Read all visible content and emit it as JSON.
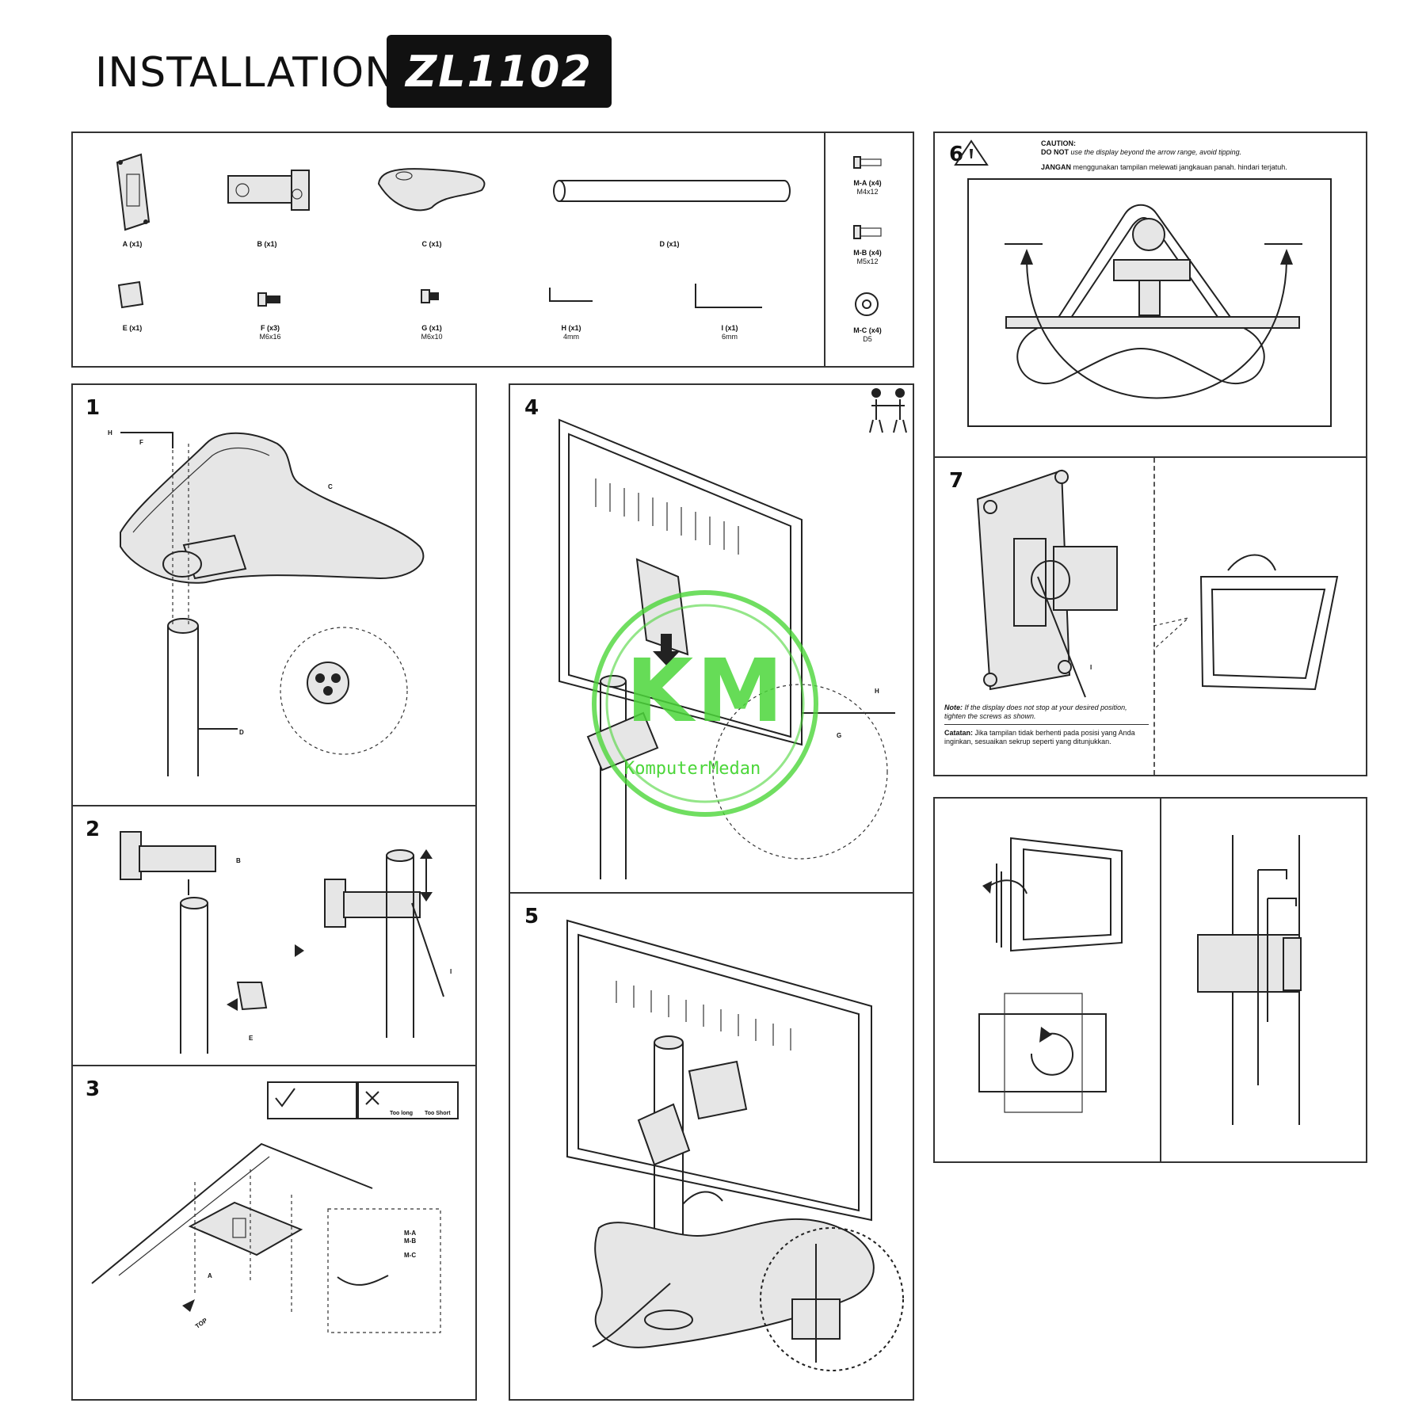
{
  "header": {
    "title": "INSTALLATION",
    "model": "ZL1102"
  },
  "parts": [
    {
      "label": "A (x1)",
      "spec": ""
    },
    {
      "label": "B (x1)",
      "spec": ""
    },
    {
      "label": "C (x1)",
      "spec": ""
    },
    {
      "label": "D (x1)",
      "spec": ""
    },
    {
      "label": "E (x1)",
      "spec": ""
    },
    {
      "label": "F (x3)",
      "spec": "M6x16"
    },
    {
      "label": "G (x1)",
      "spec": "M6x10"
    },
    {
      "label": "H (x1)",
      "spec": "4mm"
    },
    {
      "label": "I (x1)",
      "spec": "6mm"
    },
    {
      "label": "M-A (x4)",
      "spec": "M4x12"
    },
    {
      "label": "M-B (x4)",
      "spec": "M5x12"
    },
    {
      "label": "M-C (x4)",
      "spec": "D5"
    }
  ],
  "steps": {
    "s1": "1",
    "s2": "2",
    "s3": "3",
    "s4": "4",
    "s5": "5",
    "s6": "6",
    "s7": "7"
  },
  "callouts": {
    "h": "H",
    "f": "F",
    "c": "C",
    "d": "D",
    "b": "B",
    "e": "E",
    "i": "I",
    "a": "A",
    "g": "G",
    "ma": "M-A",
    "mb": "M-B",
    "mc": "M-C",
    "top": "TOP",
    "too_long": "Too long",
    "too_short": "Too Short"
  },
  "caution": {
    "heading": "CAUTION:",
    "en_bold": "DO NOT",
    "en_text": "use the display beyond the arrow range, avoid tipping.",
    "id_bold": "JANGAN",
    "id_text": "menggunakan tampilan melewati jangkauan panah. hindari terjatuh."
  },
  "note7": {
    "en_bold": "Note:",
    "en_text": "If the display does not stop at your desired position, tighten the screws as shown.",
    "id_bold": "Catatan:",
    "id_text": "Jika tampilan tidak berhenti pada posisi yang Anda inginkan, sesuaikan sekrup seperti yang ditunjukkan."
  },
  "watermark": {
    "initials": "KM",
    "name": "KomputerMedan",
    "color": "#4cd63a"
  },
  "colors": {
    "ink": "#222222",
    "badge": "#111111"
  },
  "icons": [
    "two-person-lift-icon",
    "caution-triangle-icon",
    "check-icon",
    "cross-icon",
    "rotate-arrow-icon"
  ]
}
